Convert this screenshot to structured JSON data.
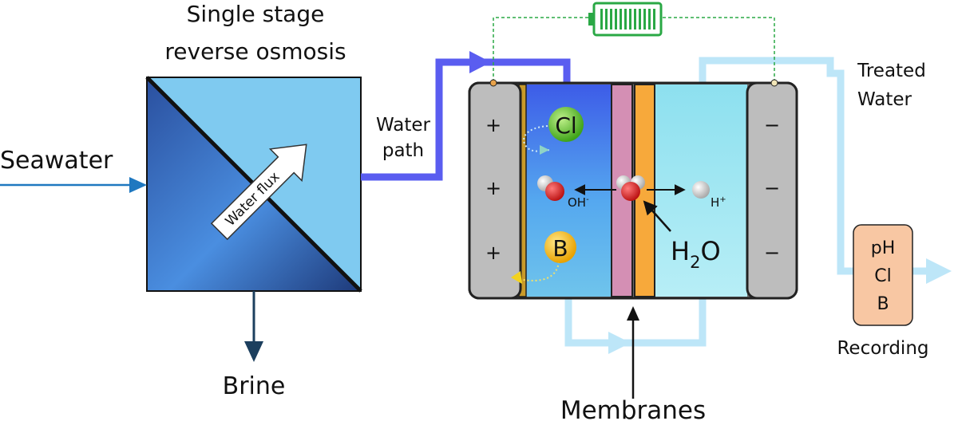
{
  "labels": {
    "ro_title_line1": "Single stage",
    "ro_title_line2": "reverse osmosis",
    "seawater": "Seawater",
    "brine": "Brine",
    "water_flux": "Water flux",
    "water_path_line1": "Water",
    "water_path_line2": "path",
    "treated_line1": "Treated",
    "treated_line2": "Water",
    "membranes": "Membranes",
    "recording": "Recording"
  },
  "cell": {
    "anode_signs": [
      "+",
      "+",
      "+"
    ],
    "cathode_signs": [
      "−",
      "−",
      "−"
    ],
    "ions": {
      "chloride": "Cl",
      "boron": "B",
      "hydroxide": "OH",
      "hydroxide_charge": "-",
      "proton": "H",
      "proton_charge": "+",
      "water_h": "H",
      "water_sub": "2",
      "water_o": "O"
    }
  },
  "recorder": {
    "lines": [
      "pH",
      "Cl",
      "B"
    ]
  },
  "colors": {
    "seawater_arrow": "#1f78c0",
    "brine_arrow": "#1c3f5e",
    "water_path": "#5a5df0",
    "treated_path": "#bde6f8",
    "electrode": "#bdbdbd",
    "membrane_pink": "#d48fb4",
    "membrane_orange": "#f7a93b",
    "battery": "#2aa845",
    "recorder_fill": "#f8c7a3"
  }
}
